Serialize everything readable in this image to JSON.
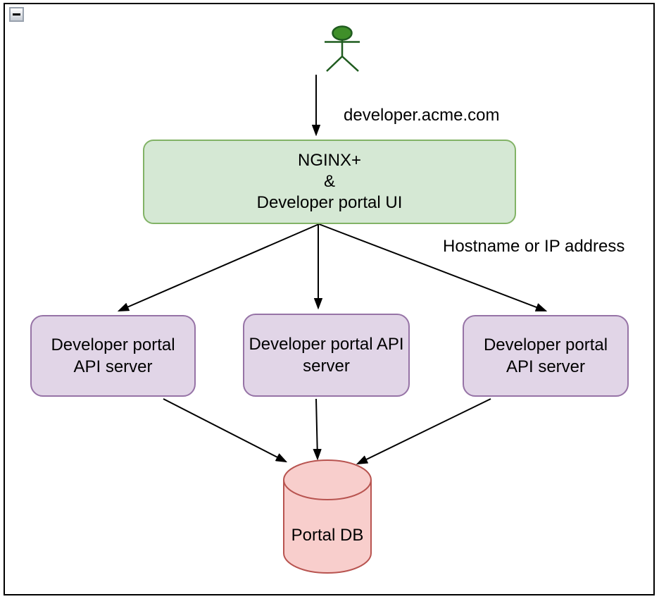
{
  "window": {
    "collapse_icon": "minus"
  },
  "edge_labels": {
    "developer_url": "developer.acme.com",
    "hostname_or_ip": "Hostname or IP address"
  },
  "nodes": {
    "actor": {
      "fill": "#3F8F29",
      "stroke": "#1F5B1F"
    },
    "nginx": {
      "lines": [
        "NGINX+",
        "&",
        "Developer portal UI"
      ],
      "fill": "#D5E8D4",
      "stroke": "#82B366"
    },
    "api_servers": [
      {
        "label": "Developer portal API server"
      },
      {
        "label": "Developer portal API server"
      },
      {
        "label": "Developer portal API server"
      }
    ],
    "api_server_style": {
      "fill": "#E1D5E7",
      "stroke": "#9673A6"
    },
    "database": {
      "label": "Portal DB",
      "fill": "#F8CECC",
      "stroke": "#B85450"
    }
  },
  "edges": {
    "stroke": "#000000"
  }
}
